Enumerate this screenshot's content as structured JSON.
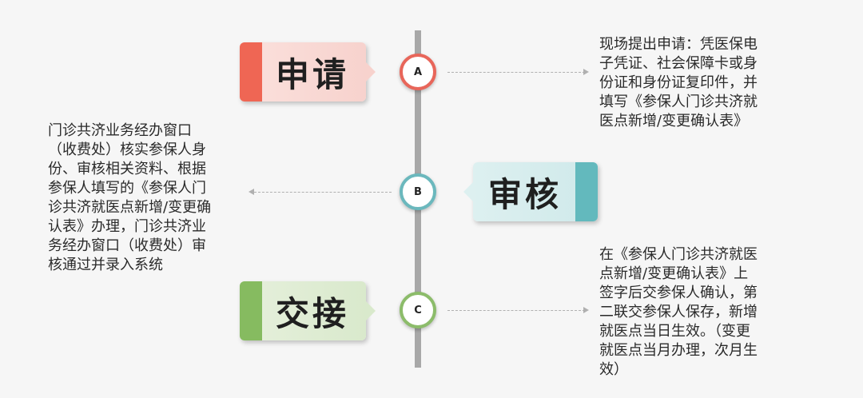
{
  "steps": [
    {
      "node": "A",
      "title": "申请",
      "description": "现场提出申请：凭医保电\n子凭证、社会保障卡或身\n份证和身份证复印件，并\n填写《参保人门诊共济就\n医点新增/变更确认表》",
      "color": "#ef6654"
    },
    {
      "node": "B",
      "title": "审核",
      "description": "门诊共济业务经办窗口\n（收费处）核实参保人身\n份、审核相关资料、根据\n参保人填写的《参保人门\n诊共济就医点新增/变更确\n认表》办理，门诊共济业\n务经办窗口（收费处）审\n核通过并录入系统",
      "color": "#63b9bd"
    },
    {
      "node": "C",
      "title": "交接",
      "description": "在《参保人门诊共济就医\n点新增/变更确认表》上\n签字后交参保人确认，第\n二联交参保人保存，新增\n就医点当日生效。（变更\n就医点当月办理，次月生\n效）",
      "color": "#86bb60"
    }
  ]
}
